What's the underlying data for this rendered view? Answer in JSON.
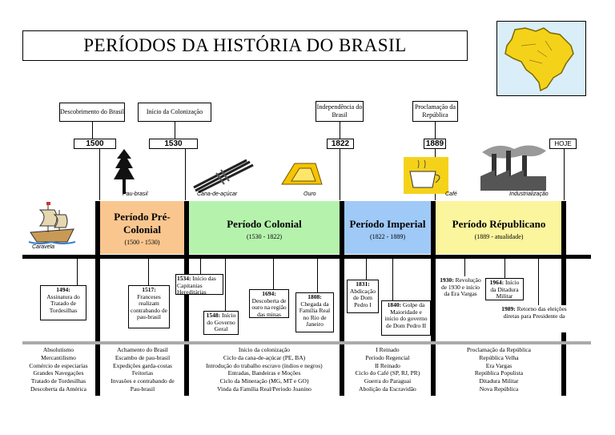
{
  "title": "PERÍODOS DA HISTÓRIA DO BRASIL",
  "top_events": [
    {
      "label": "Descobrimento do Brasil",
      "year": "1500"
    },
    {
      "label": "Início da Colonização",
      "year": "1530"
    },
    {
      "label": "Independência do Brasil",
      "year": "1822"
    },
    {
      "label": "Proclamação da República",
      "year": "1889"
    },
    {
      "label": "",
      "year": "HOJE"
    }
  ],
  "image_labels": {
    "caravela": "Caravela",
    "pau_brasil": "Pau-brasil",
    "cana": "Cana-de-açúcar",
    "ouro": "Ouro",
    "cafe": "Café",
    "industria": "Industrialização"
  },
  "periods": [
    {
      "name": "Período Pré-Colonial",
      "dates": "(1500 - 1530)",
      "color": "#f9c68f"
    },
    {
      "name": "Período Colonial",
      "dates": "(1530 - 1822)",
      "color": "#b5f3ad"
    },
    {
      "name": "Período Imperial",
      "dates": "(1822 - 1889)",
      "color": "#9fc9f7"
    },
    {
      "name": "Período Républicano",
      "dates": "(1889 - atualidade)",
      "color": "#fbf59e"
    }
  ],
  "events": {
    "e1494": {
      "year": "1494:",
      "text": "Assinatura do Tratado de Tordesilhas"
    },
    "e1517": {
      "year": "1517:",
      "text": "Franceses realizam contrabando de pau-brasil"
    },
    "e1534": {
      "year": "1534:",
      "text": "Início das Capitanias Hereditárias"
    },
    "e1548": {
      "year": "1548:",
      "text": "Início do Governo Geral"
    },
    "e1694": {
      "year": "1694:",
      "text": "Descoberta de ouro na região das minas"
    },
    "e1808": {
      "year": "1808:",
      "text": "Chegada da Família Real no Rio de Janeiro"
    },
    "e1831": {
      "year": "1831:",
      "text": "Abdicação de Dom Pedro I"
    },
    "e1840": {
      "year": "1840:",
      "text": "Golpe da Maioridade e início do governo de Dom Pedro II"
    },
    "e1930": {
      "year": "1930:",
      "text": "Revolução de 1930 e início da Era Vargas"
    },
    "e1964": {
      "year": "1964:",
      "text": "Início da Ditadura Militar"
    },
    "e1989": {
      "year": "1989:",
      "text": "Retorno das eleições diretas para Presidente da"
    }
  },
  "lists": [
    [
      "Absolutismo",
      "Mercantilismo",
      "Comércio de especiarias",
      "Grandes Navegações",
      "Tratado de Tordesilhas",
      "Descoberta da América"
    ],
    [
      "Achamento do Brasil",
      "Escambo de pau-brasil",
      "Expedições garda-costas",
      "Feitorias",
      "Invasões e contrabando de",
      "Pau-brasil"
    ],
    [
      "Início da colonização",
      "Ciclo da cana-de-açúcar (PE, BA)",
      "Introdução do trabalho escravo (índios e negros)",
      "Entradas, Bandeiras e Moções",
      "Ciclo da Mineração (MG, MT e GO)",
      "Vinda da Família Real/Período Joanino"
    ],
    [
      "I Reinado",
      "Período Regencial",
      "II Reinado",
      "Ciclo do Café (SP, RJ, PR)",
      "Guerra do Paraguai",
      "Abolição da Escravidão"
    ],
    [
      "Proclamação da República",
      "República Velha",
      "Era Vargas",
      "República Populista",
      "Ditadura Militar",
      "Nova República"
    ]
  ]
}
